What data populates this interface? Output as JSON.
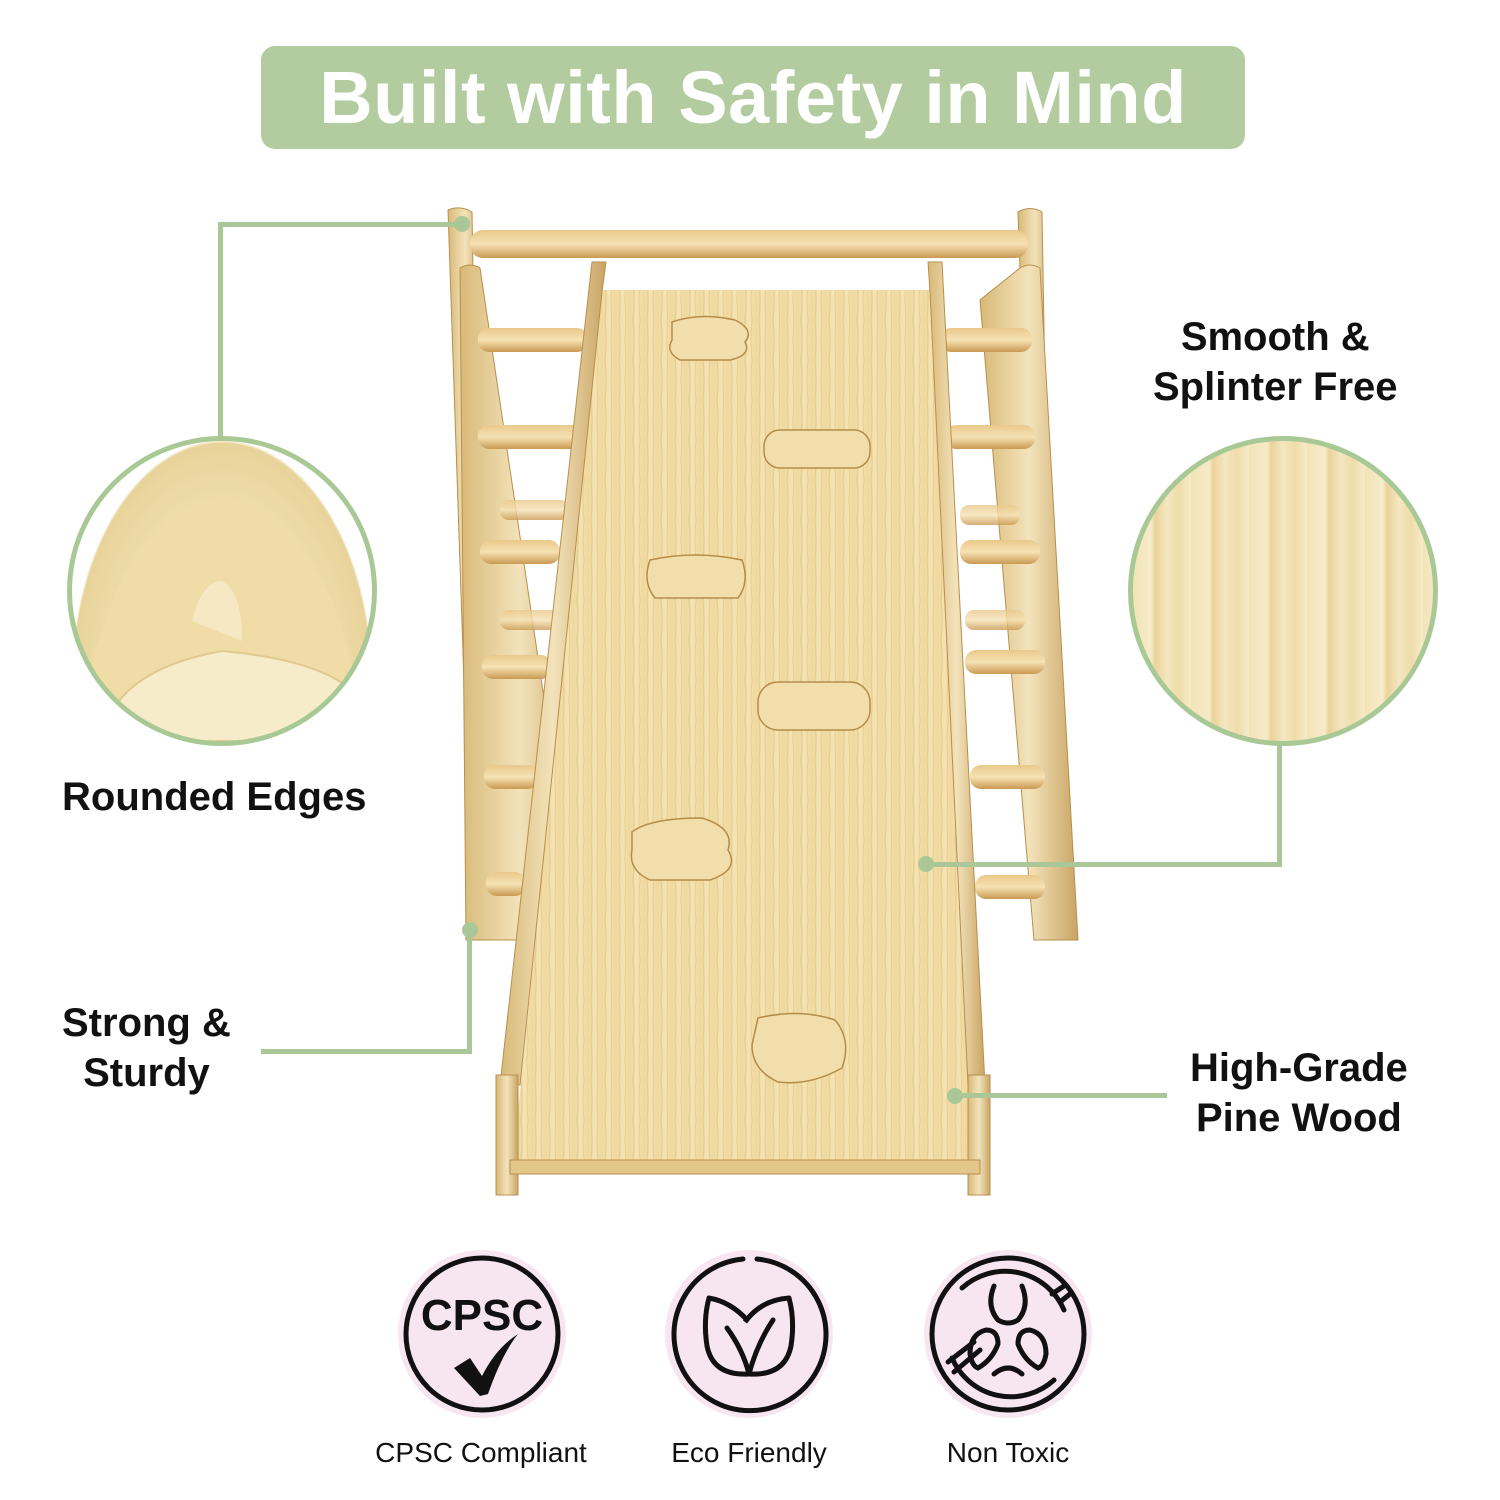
{
  "header": {
    "title": "Built with Safety in Mind"
  },
  "callouts": [
    {
      "id": "rounded-edges",
      "label": "Rounded Edges"
    },
    {
      "id": "smooth-splinter-free",
      "label_line1": "Smooth &",
      "label_line2": "Splinter Free"
    },
    {
      "id": "strong-sturdy",
      "label_line1": "Strong &",
      "label_line2": "Sturdy"
    },
    {
      "id": "high-grade-pine",
      "label_line1": "High-Grade",
      "label_line2": "Pine Wood"
    }
  ],
  "badges": [
    {
      "icon": "cpsc-check-icon",
      "icon_text": "CPSC",
      "label": "CPSC Compliant"
    },
    {
      "icon": "leaf-icon",
      "label": "Eco Friendly"
    },
    {
      "icon": "biohazard-crossed-icon",
      "label": "Non Toxic"
    }
  ],
  "colors": {
    "accent_green": "#b3cc9f",
    "badge_pink": "#f7e6ef",
    "wood_light": "#f0dfa8",
    "wood_dark": "#d9b978",
    "text": "#111111"
  }
}
